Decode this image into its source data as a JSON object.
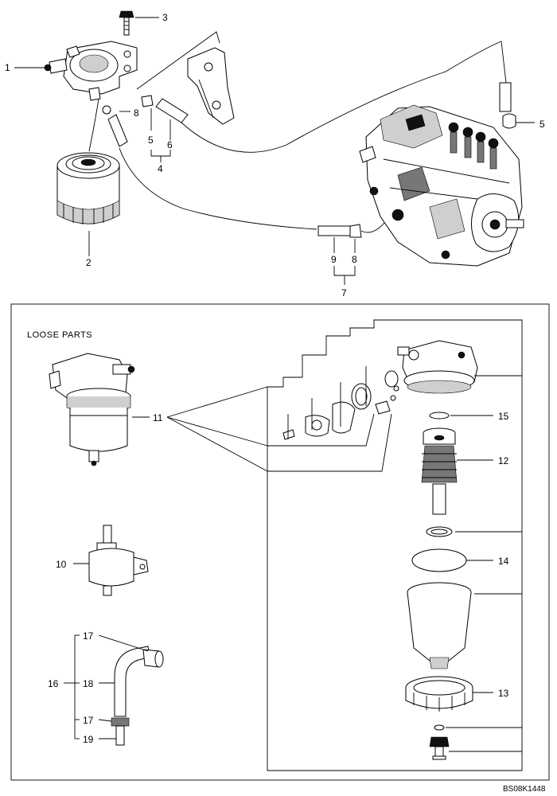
{
  "diagram": {
    "labels": {
      "p1": "1",
      "p2": "2",
      "p3": "3",
      "p4": "4",
      "p5a": "5",
      "p5b": "5",
      "p6": "6",
      "p7": "7",
      "p8a": "8",
      "p8b": "8",
      "p9": "9",
      "p10": "10",
      "p11": "11",
      "p12": "12",
      "p13": "13",
      "p14": "14",
      "p15": "15",
      "p16": "16",
      "p17a": "17",
      "p17b": "17",
      "p18": "18",
      "p19": "19"
    },
    "loose_parts_title": "LOOSE PARTS",
    "document_code": "BS08K1448"
  }
}
